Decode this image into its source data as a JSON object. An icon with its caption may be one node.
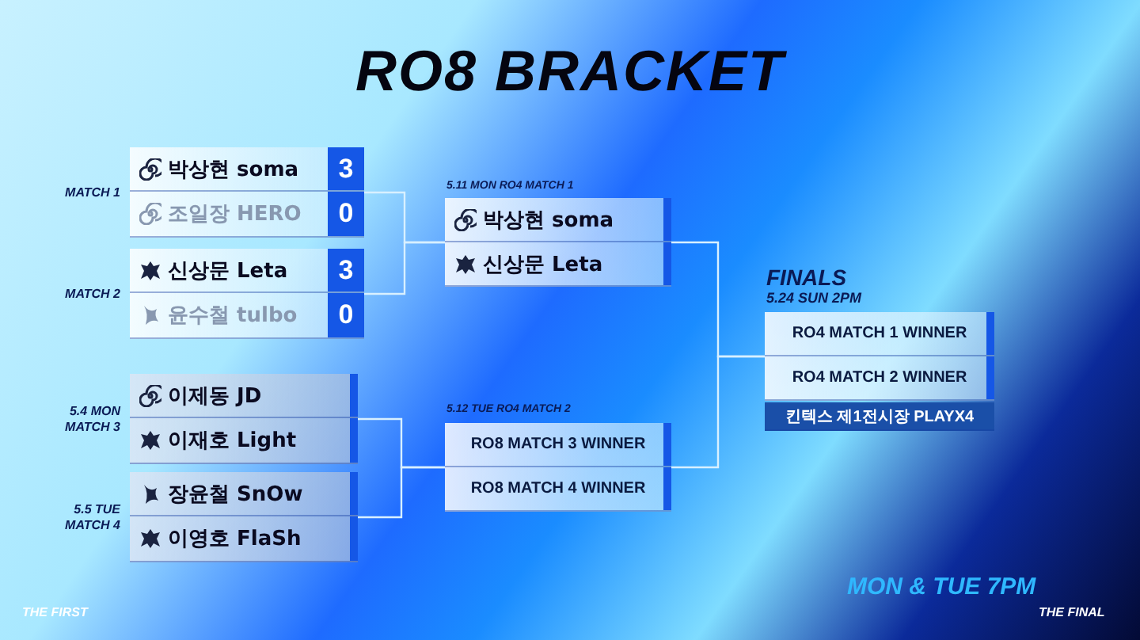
{
  "diagram": {
    "title": "RO8 BRACKET",
    "nodes": [
      {
        "text": [
          "MATCH 1"
        ]
      },
      {
        "text": [
          "박상현 soma",
          "3"
        ],
        "in": 0
      },
      {
        "text": [
          "조일장 HERO",
          "0"
        ],
        "in": 0
      },
      {
        "text": [
          "MATCH 2"
        ]
      },
      {
        "text": [
          "신상문 Leta",
          "3"
        ],
        "in": 3
      },
      {
        "text": [
          "윤수철 tulbo",
          "0"
        ],
        "in": 3
      },
      {
        "text": [
          "5.4 MON MATCH 3"
        ]
      },
      {
        "text": [
          "이제동 JD"
        ],
        "in": 6
      },
      {
        "text": [
          "이재호 Light"
        ],
        "in": 6
      },
      {
        "text": [
          "5.5 TUE MATCH 4"
        ]
      },
      {
        "text": [
          "장윤철 SnOw"
        ],
        "in": 9
      },
      {
        "text": [
          "이영호 FlaSh"
        ],
        "in": 9
      },
      {
        "text": [
          "5.11 MON RO4 MATCH 1"
        ]
      },
      {
        "text": [
          "박상현 soma"
        ],
        "in": 12
      },
      {
        "text": [
          "신상문 Leta"
        ],
        "in": 12
      },
      {
        "text": [
          "5.12 TUE RO4 MATCH 2"
        ]
      },
      {
        "text": [
          "RO8 MATCH 3 WINNER"
        ],
        "in": 15
      },
      {
        "text": [
          "RO8 MATCH 4 WINNER"
        ],
        "in": 15
      },
      {
        "text": [
          "FINALS",
          "5.24 SUN 2PM"
        ]
      },
      {
        "text": [
          "RO4 MATCH 1 WINNER"
        ],
        "in": 18
      },
      {
        "text": [
          "RO4 MATCH 2 WINNER"
        ],
        "in": 18
      },
      {
        "text": [
          "킨텍스 제1전시장 **PLAYX4**"
        ],
        "in": 18
      }
    ],
    "edges": [
      {
        "from": 0,
        "to": 12,
        "arrow": "none"
      },
      {
        "from": 3,
        "to": 12,
        "arrow": "none"
      },
      {
        "from": 6,
        "to": 15,
        "arrow": "none"
      },
      {
        "from": 9,
        "to": 15,
        "arrow": "none"
      },
      {
        "from": 12,
        "to": 18,
        "arrow": "none"
      },
      {
        "from": 15,
        "to": 18,
        "arrow": "none"
      }
    ],
    "labels": [
      "MON & TUE 7PM",
      "THE FIRST",
      "THE FINAL"
    ]
  }
}
